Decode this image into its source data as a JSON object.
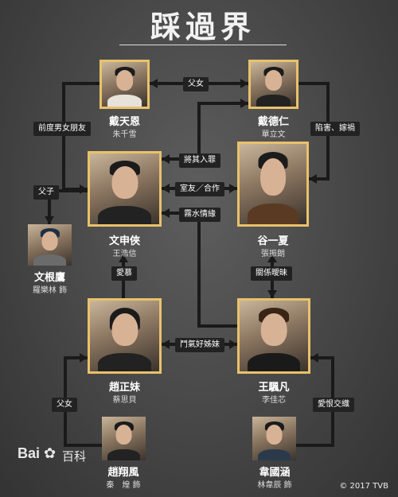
{
  "title": "踩過界",
  "characters": [
    {
      "id": "dai-tian-en",
      "name": "戴天恩",
      "actor": "朱千雪"
    },
    {
      "id": "dai-de-ren",
      "name": "戴德仁",
      "actor": "單立文"
    },
    {
      "id": "wen-shen-xia",
      "name": "文申俠",
      "actor": "王浩信"
    },
    {
      "id": "gu-yi-xia",
      "name": "谷一夏",
      "actor": "張振朗"
    },
    {
      "id": "wen-gen-ying",
      "name": "文根鷹",
      "actor": "羅樂林 飾"
    },
    {
      "id": "zhao-zheng-mei",
      "name": "趙正妹",
      "actor": "蔡思貝"
    },
    {
      "id": "wang-piao-fan",
      "name": "王颿凡",
      "actor": "李佳芯"
    },
    {
      "id": "zhao-xiang-feng",
      "name": "趙翔風",
      "actor": "秦　煌 飾"
    },
    {
      "id": "wei-guo-han",
      "name": "韋國涵",
      "actor": "林韋辰 飾"
    }
  ],
  "relations": {
    "father_daughter_top": "父女",
    "ex_partners": "前度男女朋友",
    "frame_harm": "陷害、嫁禍",
    "framed": "將其入罪",
    "roommates": "室友／合作",
    "fleeting_romance": "霧水情緣",
    "father_son": "父子",
    "admire": "愛慕",
    "ambiguous": "關係曖昧",
    "rival_sisters": "鬥氣好姊妹",
    "father_daughter_bottom": "父女",
    "love_hate": "愛恨交織"
  },
  "logo": {
    "brand": "Bai",
    "brand_cn": "百科"
  },
  "copyright": "© 2017 TVB"
}
